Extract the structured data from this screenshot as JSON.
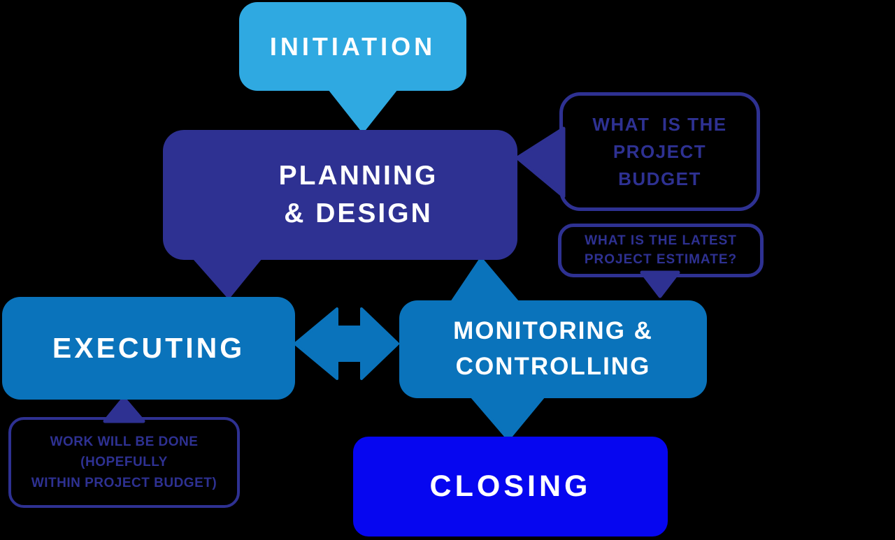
{
  "diagram_type": "project-management-process-flow",
  "nodes": {
    "initiation": {
      "label": "INITIATION"
    },
    "planning": {
      "lines": [
        "PLANNING",
        "& DESIGN"
      ]
    },
    "executing": {
      "label": "EXECUTING"
    },
    "monitoring": {
      "lines": [
        "MONITORING &",
        "CONTROLLING"
      ]
    },
    "closing": {
      "label": "CLOSING"
    }
  },
  "callouts": {
    "project_budget": {
      "lines": [
        "WHAT  IS THE",
        "PROJECT",
        "BUDGET"
      ],
      "points_to": "planning"
    },
    "latest_estimate": {
      "lines": [
        "WHAT IS THE LATEST",
        "PROJECT ESTIMATE?"
      ],
      "points_to": "monitoring"
    },
    "work_done": {
      "lines": [
        "WORK WILL BE DONE",
        "(HOPEFULLY",
        "WITHIN PROJECT BUDGET)"
      ],
      "points_to": "executing"
    }
  },
  "connectors": {
    "initiation_to_planning": "down-arrow",
    "planning_to_executing": "down-arrow",
    "monitoring_to_planning": "up-arrow",
    "monitoring_to_closing": "down-arrow",
    "executing_monitoring": "double-headed-arrow"
  },
  "colors": {
    "light_blue": "#2FA9E1",
    "navy": "#2E3192",
    "medium_blue": "#0A73BB",
    "bright_blue": "#0606F0",
    "background": "#000000",
    "text_light": "#FFFFFF"
  }
}
